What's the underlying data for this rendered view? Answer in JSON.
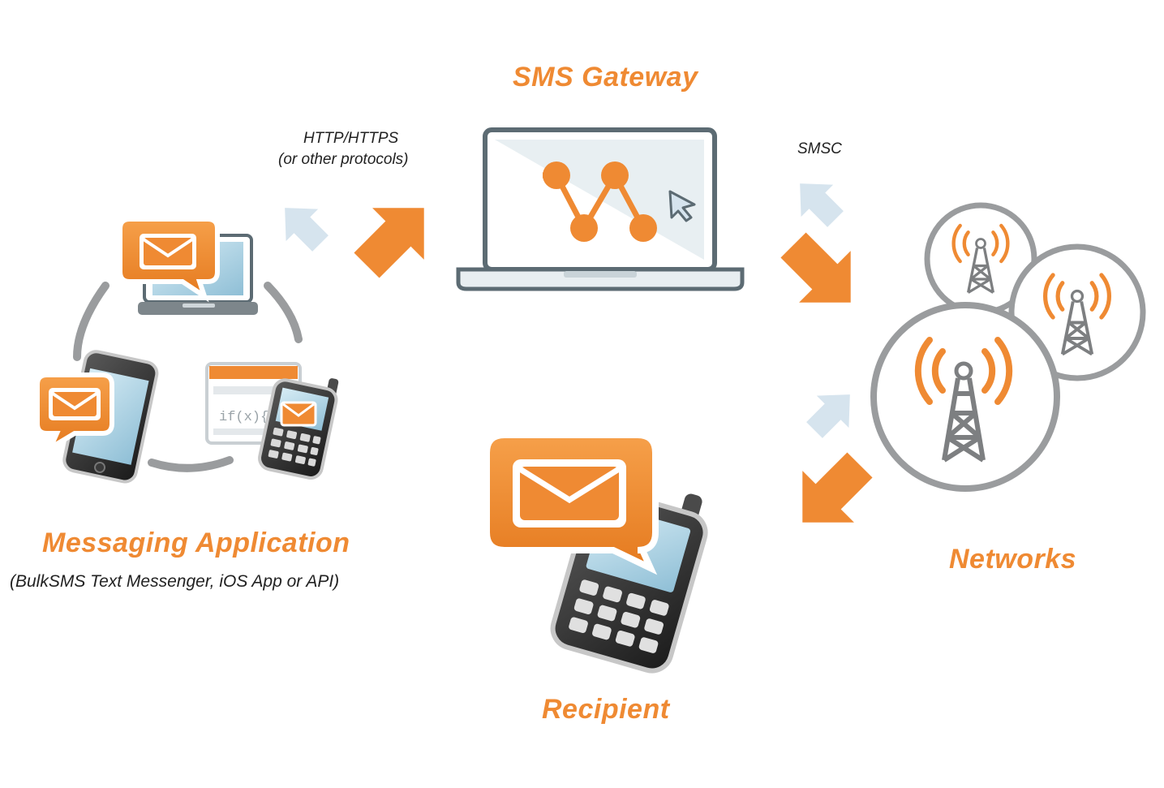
{
  "nodes": {
    "gateway": {
      "title": "SMS Gateway"
    },
    "app": {
      "title": "Messaging Application",
      "subtitle": "(BulkSMS Text Messenger, iOS App or API)"
    },
    "recipient": {
      "title": "Recipient"
    },
    "networks": {
      "title": "Networks"
    }
  },
  "connections": {
    "app_gateway_line1": "HTTP/HTTPS",
    "app_gateway_line2": "(or other protocols)",
    "gateway_networks": "SMSC"
  },
  "code_snippet": "if(x){",
  "colors": {
    "accent": "#ef8a33",
    "accent_dark": "#d96f1c",
    "light_arrow": "#d6e4ee",
    "outline": "#5c6b73",
    "ring": "#9a9c9e",
    "screen": "#a8cde0"
  },
  "icons": [
    "envelope-icon",
    "laptop-icon",
    "smartphone-icon",
    "feature-phone-icon",
    "cell-tower-icon",
    "cursor-icon",
    "arrow-icon"
  ]
}
